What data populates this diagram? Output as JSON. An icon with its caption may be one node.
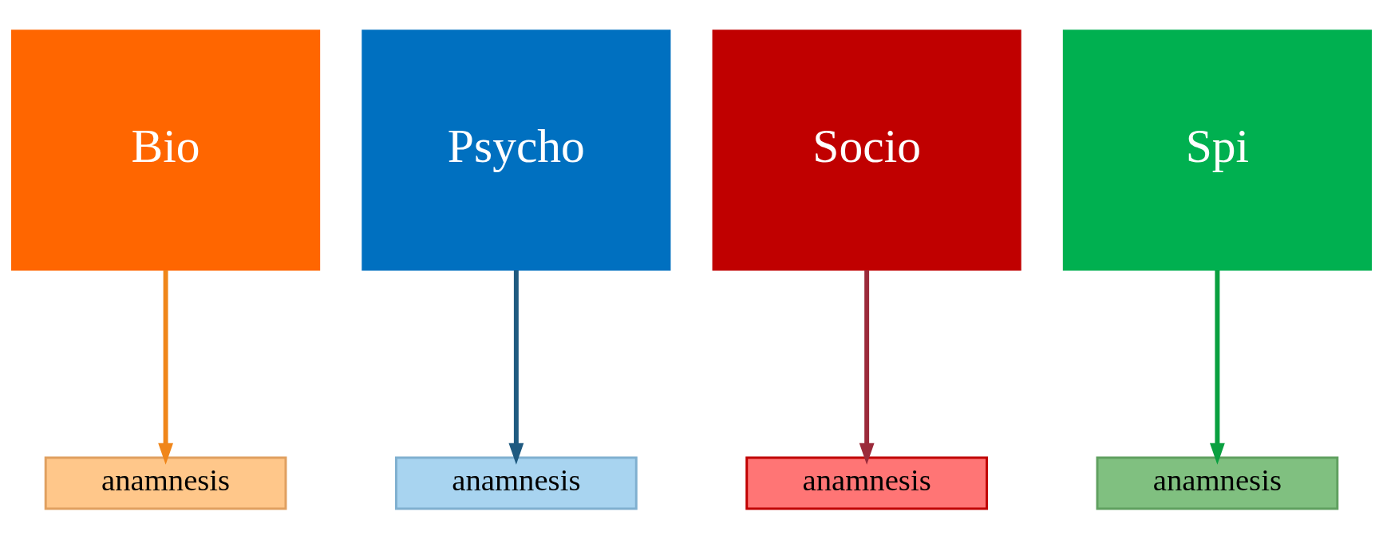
{
  "diagram": {
    "nodes": [
      {
        "text": [
          "Bio"
        ]
      },
      {
        "text": [
          "Psycho"
        ]
      },
      {
        "text": [
          "Socio"
        ]
      },
      {
        "text": [
          "Spi"
        ]
      },
      {
        "text": [
          "anamnesis"
        ]
      },
      {
        "text": [
          "anamnesis"
        ]
      },
      {
        "text": [
          "anamnesis"
        ]
      },
      {
        "text": [
          "anamnesis"
        ]
      }
    ],
    "edges": [
      {
        "from": 0,
        "to": 4,
        "arrow": "to",
        "color": "#f0861a"
      },
      {
        "from": 1,
        "to": 5,
        "arrow": "to",
        "color": "#1f5a80"
      },
      {
        "from": 2,
        "to": 6,
        "arrow": "to",
        "color": "#9b2a3a"
      },
      {
        "from": 3,
        "to": 7,
        "arrow": "to",
        "color": "#0aa040"
      }
    ]
  }
}
